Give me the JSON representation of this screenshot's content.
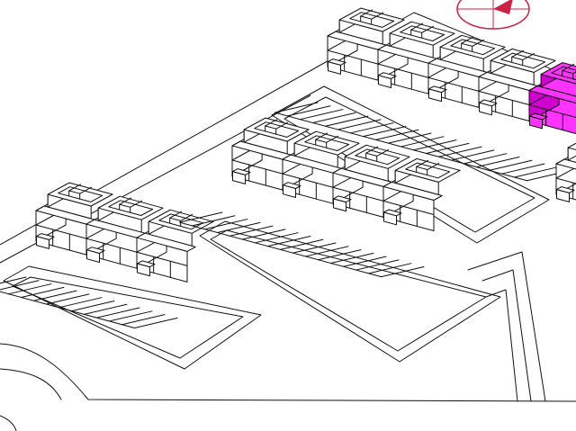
{
  "colors": {
    "background": "#ffffff",
    "line": "#111111",
    "highlight_fill": "#ff33ff",
    "highlight_dark": "#d000d0",
    "north_arrow": "#cc2244"
  },
  "icons": {
    "north_arrow": "north-arrow-icon"
  },
  "rows": [
    {
      "name": "row-west",
      "units": 3
    },
    {
      "name": "row-middle",
      "units": 4
    },
    {
      "name": "row-north",
      "units": 5,
      "highlighted_unit": 5
    },
    {
      "name": "row-east-partial",
      "units": 1
    }
  ]
}
